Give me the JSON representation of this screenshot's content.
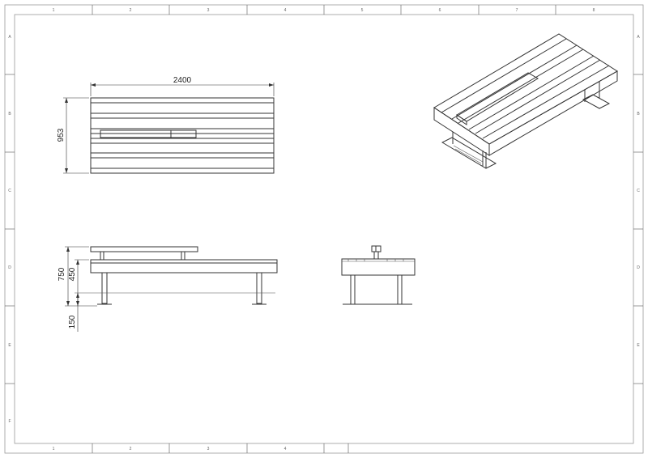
{
  "sheet": {
    "zones": {
      "top_columns": [
        "1",
        "2",
        "3",
        "4",
        "5",
        "6",
        "7",
        "8"
      ],
      "bottom_columns": [
        "1",
        "2",
        "3",
        "4"
      ],
      "left_rows": [
        "A",
        "B",
        "C",
        "D",
        "E",
        "F"
      ],
      "right_rows": [
        "A",
        "B",
        "C",
        "D",
        "E"
      ]
    }
  },
  "views": {
    "top": {
      "width_label": "2400",
      "depth_label": "953"
    },
    "front": {
      "overall_height_label": "750",
      "seat_height_label": "450",
      "foot_height_label": "150"
    },
    "side": {},
    "isometric": {}
  }
}
